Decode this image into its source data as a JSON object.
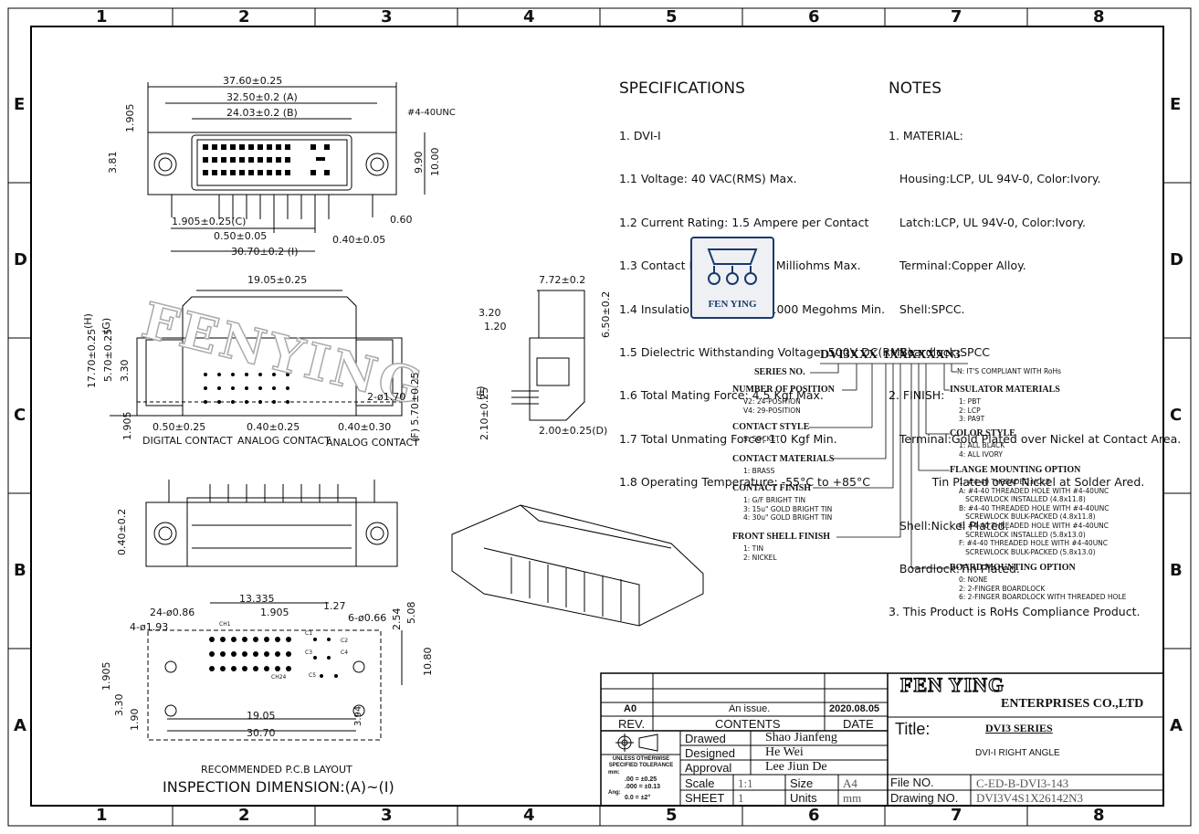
{
  "frame": {
    "columns": [
      "1",
      "2",
      "3",
      "4",
      "5",
      "6",
      "7",
      "8"
    ],
    "rows": [
      "E",
      "D",
      "C",
      "B",
      "A"
    ]
  },
  "specifications": {
    "title": "SPECIFICATIONS",
    "lines": [
      "1. DVI-I",
      "1.1 Voltage: 40 VAC(RMS) Max.",
      "1.2 Current Rating: 1.5 Ampere per Contact",
      "1.3 Contact Resistance: 20 Milliohms Max.",
      "1.4 Insulation Resistance: 1000 Megohms Min.",
      "1.5 Dielectric Withstanding Voltage: 500V DC(RMS)",
      "1.6 Total Mating Force: 4.5 Kgf Max.",
      "1.7 Total Unmating Force: 1.0 Kgf Min.",
      "1.8 Operating Temperature: -55°C to +85°C"
    ]
  },
  "notes": {
    "title": "NOTES",
    "lines": [
      "1. MATERIAL:",
      "   Housing:LCP, UL 94V-0, Color:Ivory.",
      "   Latch:LCP, UL 94V-0, Color:Ivory.",
      "   Terminal:Copper Alloy.",
      "   Shell:SPCC.",
      "   Boardlock:SPCC",
      "2. FINISH:",
      "   Terminal:Gold Plated over Nickel at Contact Area.",
      "            Tin Plated over Nickel at Solder Ared.",
      "   Shell:Nickel Plated.",
      "   Boardlock:Tin Plated.",
      "3. This Product is RoHs Compliance Product."
    ]
  },
  "logo": {
    "text": "FEN YING"
  },
  "watermark": "FENYING",
  "part_number": {
    "code_left": "DVI3XXX",
    "code_right": "1XXXXXXN3",
    "series": "SERIES NO.",
    "position": {
      "title": "NUMBER OF POSITION",
      "items": [
        "V2: 24-POSITION",
        "V4: 29-POSITION"
      ]
    },
    "contact_style": {
      "title": "CONTACT STYLE",
      "items": [
        "S: SOCKET"
      ]
    },
    "contact_materials": {
      "title": "CONTACT MATERIALS",
      "items": [
        "1: BRASS"
      ]
    },
    "contact_finish": {
      "title": "CONTACT FINISH",
      "items": [
        "1: G/F BRIGHT TIN",
        "3: 15u\" GOLD BRIGHT TIN",
        "4: 30u\" GOLD BRIGHT TIN"
      ]
    },
    "front_shell_finish": {
      "title": "FRONT SHELL FINISH",
      "items": [
        "1: TIN",
        "2: NICKEL"
      ]
    },
    "rohs": "N: IT'S COMPLIANT WITH RoHs",
    "insulator": {
      "title": "INSULATOR MATERIALS",
      "items": [
        "1: PBT",
        "2: LCP",
        "3: PA9T"
      ]
    },
    "color_style": {
      "title": "COLOR STYLE",
      "items": [
        "1: ALL BLACK",
        "4: ALL IVORY"
      ]
    },
    "flange": {
      "title": "FLANGE MOUNTING OPTION",
      "items": [
        "1: #4-40 THREADED HOLE",
        "A: #4-40 THREADED HOLE WITH #4-40UNC",
        "   SCREWLOCK INSTALLED (4.8x11.8)",
        "B: #4-40 THREADED HOLE WITH #4-40UNC",
        "   SCREWLOCK BULK-PACKED (4.8x11.8)",
        "E: #4-40 THREADED HOLE WITH #4-40UNC",
        "   SCREWLOCK INSTALLED (5.8x13.0)",
        "F: #4-40 THREADED HOLE WITH #4-40UNC",
        "   SCREWLOCK BULK-PACKED (5.8x13.0)"
      ]
    },
    "board": {
      "title": "BOARD MOUNTING OPTION",
      "items": [
        "0: NONE",
        "2: 2-FINGER BOARDLOCK",
        "6: 2-FINGER BOARDLOCK WITH THREADED HOLE"
      ]
    }
  },
  "dims": {
    "top_37_60": "37.60±0.25",
    "top_32_50": "32.50±0.2 (A)",
    "top_24_03": "24.03±0.2 (B)",
    "unc": "#4-40UNC",
    "d_1_905": "1.905",
    "d_3_81": "3.81",
    "d_9_90": "9.90",
    "d_10_00": "10.00",
    "d_1905_c": "1.905±0.25(C)",
    "d_0_50": "0.50±0.05",
    "d_30_70": "30.70±0.2 (I)",
    "d_0_40": "0.40±0.05",
    "d_0_60": "0.60",
    "f_19_05": "19.05±0.25",
    "f_h": "(H)",
    "f_g": "(G)",
    "f_17_70": "17.70±0.25",
    "f_5_70": "5.70±0.25",
    "f_3_30": "3.30",
    "f_2_170": "2-ø1.70",
    "f_5_70_f": "(F) 5.70±0.25",
    "f_1_905": "1.905",
    "f_050": "0.50±0.25",
    "f_digital": "DIGITAL CONTACT",
    "f_040": "0.40±0.25",
    "f_analog1": "ANALOG CONTACT",
    "f_040b": "0.40±0.30",
    "f_analog2": "ANALOG CONTACT",
    "s_7_72": "7.72±0.2",
    "s_3_20": "3.20",
    "s_1_20": "1.20",
    "s_6_50": "6.50±0.2",
    "s_e": "(E)",
    "s_2_10": "2.10±0.25",
    "s_2_00": "2.00±0.25(D)",
    "b_0_40": "0.40±0.2",
    "p_13_335": "13.335",
    "p_1_905": "1.905",
    "p_1_27": "1.27",
    "p_24": "24-ø0.86",
    "p_4": "4-ø1.93",
    "p_6": "6-ø0.66",
    "p_2_54": "2.54",
    "p_5_08": "5.08",
    "p_10_80": "10.80",
    "p_1_905_v": "1.905",
    "p_3_30": "3.30",
    "p_1_90": "1.90",
    "p_19_05": "19.05",
    "p_30_70": "30.70",
    "p_3_94": "3.94",
    "p_c1": "C1",
    "p_c2": "C2",
    "p_c3": "C3",
    "p_c4": "C4",
    "p_c5": "C5",
    "p_ch1": "CH1",
    "p_ch24": "CH24",
    "pcb_caption": "RECOMMENDED P.C.B LAYOUT",
    "inspection": "INSPECTION DIMENSION:(A)~(I)"
  },
  "title_block": {
    "rev_code": "A0",
    "rev_desc": "An issue.",
    "rev_date": "2020.08.05",
    "hdr_rev": "REV.",
    "hdr_contents": "CONTENTS",
    "hdr_date": "DATE",
    "drawed_label": "Drawed",
    "drawed": "Shao Jianfeng",
    "designed_label": "Designed",
    "designed": "He Wei",
    "approval_label": "Approval",
    "approval": "Lee Jiun De",
    "tol_title": "UNLESS OTHERWISE SPECIFIED TOLERANCE",
    "tol_mm": "mm:",
    "tol_1": ".00  = ±0.25",
    "tol_2": ".000 = ±0.13",
    "tol_ang_label": "Ang:",
    "tol_3": "0.0  = ±2°",
    "scale_label": "Scale",
    "scale": "1:1",
    "size_label": "Size",
    "size": "A4",
    "sheet_label": "SHEET",
    "sheet": "1",
    "units_label": "Units",
    "units": "mm",
    "company": "FEN YING",
    "company_sub": "ENTERPRISES CO.,LTD",
    "title_label": "Title:",
    "title": "DVI3 SERIES",
    "subtitle": "DVI-I RIGHT ANGLE",
    "file_label": "File NO.",
    "file": "C-ED-B-DVI3-143",
    "drawing_label": "Drawing NO.",
    "drawing": "DVI3V4S1X26142N3"
  }
}
